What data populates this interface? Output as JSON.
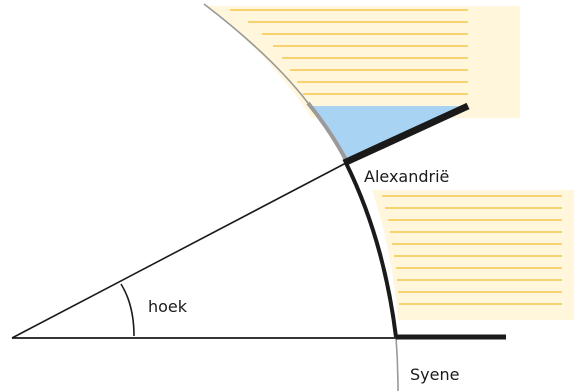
{
  "labels": {
    "angle": "hoek",
    "upper_city": "Alexandrië",
    "lower_city": "Syene"
  },
  "colors": {
    "sunlight_bands": "#fff6dc",
    "ray_lines": "#f5c64a",
    "shadow": "#a9d3f2",
    "earth_arc": "#1a1a1a",
    "gnomon": "#1a1a1a"
  },
  "icons": [
    "sun-rays",
    "gnomon-stick",
    "shadow-triangle",
    "angle-arc"
  ]
}
